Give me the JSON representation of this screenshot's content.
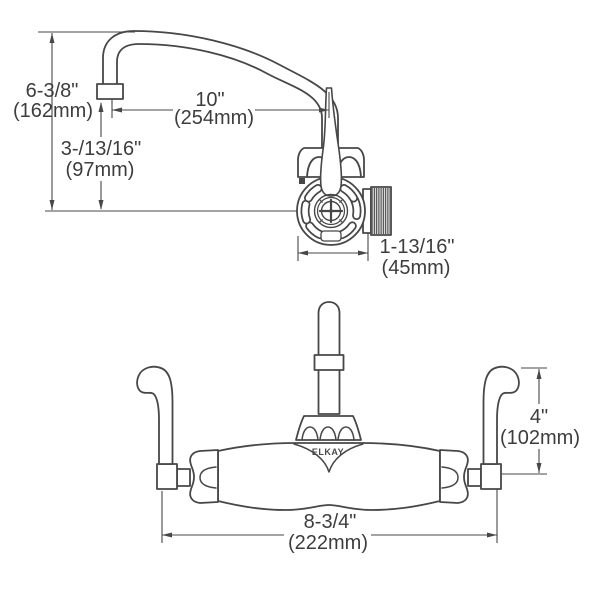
{
  "drawing": {
    "brand": "ELKAY",
    "dimensions": {
      "spout_height": {
        "inches": "6-3/8\"",
        "metric": "(162mm)"
      },
      "spout_reach": {
        "inches": "10\"",
        "metric": "(254mm)"
      },
      "outlet_drop": {
        "inches": "3-/13/16\"",
        "metric": "(97mm)"
      },
      "body_depth": {
        "inches": "1-13/16\"",
        "metric": "(45mm)"
      },
      "handle_height": {
        "inches": "4\"",
        "metric": "(102mm)"
      },
      "handle_span": {
        "inches": "8-3/4\"",
        "metric": "(222mm)"
      }
    },
    "colors": {
      "line": "#474747",
      "text": "#3d3d3d",
      "background": "#ffffff"
    }
  }
}
